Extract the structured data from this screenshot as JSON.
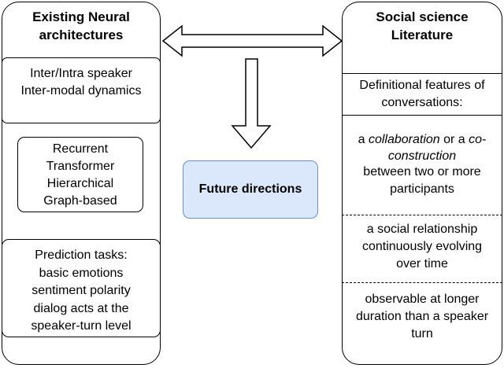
{
  "left_panel": {
    "title": [
      "Existing Neural",
      "architectures"
    ],
    "dynamics": [
      "Inter/Intra speaker",
      "Inter-modal dynamics"
    ],
    "models": [
      "Recurrent",
      "Transformer",
      "Hierarchical",
      "Graph-based"
    ],
    "tasks": [
      "Prediction tasks:",
      "basic emotions",
      "sentiment polarity",
      "dialog acts at the",
      "speaker-turn level"
    ]
  },
  "center": {
    "label": "Future directions"
  },
  "right_panel": {
    "title": [
      "Social science",
      "Literature"
    ],
    "definitional": [
      "Definitional features of",
      "conversations:"
    ],
    "feature1": {
      "line1_a": "a ",
      "line1_b": "collaboration",
      "line1_c": " or a ",
      "line1_d": "co-",
      "line2": "construction",
      "line3": "between two or more",
      "line4": "participants"
    },
    "feature2": [
      "a social relationship",
      "continuously evolving",
      "over time"
    ],
    "feature3": [
      "observable at longer",
      "duration than a speaker",
      "turn"
    ]
  },
  "colors": {
    "accent_fill": "#dbe8fb",
    "accent_border": "#6a8fc9"
  }
}
